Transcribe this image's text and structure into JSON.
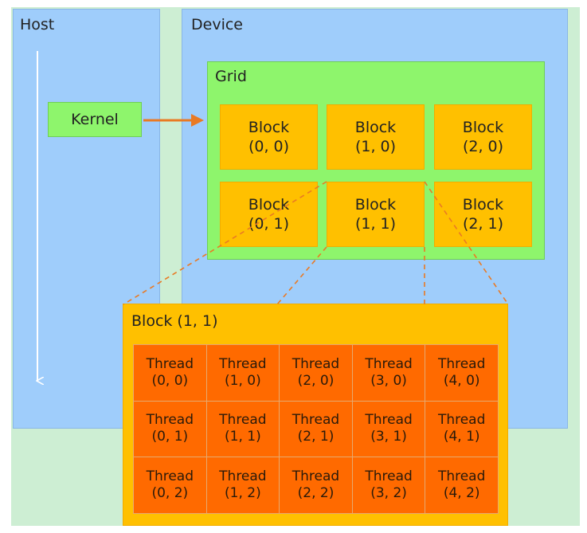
{
  "host": {
    "title": "Host"
  },
  "device": {
    "title": "Device"
  },
  "kernel": {
    "label": "Kernel"
  },
  "grid": {
    "title": "Grid",
    "blocks": [
      {
        "label": "Block",
        "index": "(0, 0)"
      },
      {
        "label": "Block",
        "index": "(1, 0)"
      },
      {
        "label": "Block",
        "index": "(2, 0)"
      },
      {
        "label": "Block",
        "index": "(0, 1)"
      },
      {
        "label": "Block",
        "index": "(1, 1)"
      },
      {
        "label": "Block",
        "index": "(2, 1)"
      }
    ]
  },
  "block_detail": {
    "title": "Block (1, 1)",
    "threads": [
      {
        "label": "Thread",
        "index": "(0, 0)"
      },
      {
        "label": "Thread",
        "index": "(1, 0)"
      },
      {
        "label": "Thread",
        "index": "(2, 0)"
      },
      {
        "label": "Thread",
        "index": "(3, 0)"
      },
      {
        "label": "Thread",
        "index": "(4, 0)"
      },
      {
        "label": "Thread",
        "index": "(0, 1)"
      },
      {
        "label": "Thread",
        "index": "(1, 1)"
      },
      {
        "label": "Thread",
        "index": "(2, 1)"
      },
      {
        "label": "Thread",
        "index": "(3, 1)"
      },
      {
        "label": "Thread",
        "index": "(4, 1)"
      },
      {
        "label": "Thread",
        "index": "(0, 2)"
      },
      {
        "label": "Thread",
        "index": "(1, 2)"
      },
      {
        "label": "Thread",
        "index": "(2, 2)"
      },
      {
        "label": "Thread",
        "index": "(3, 2)"
      },
      {
        "label": "Thread",
        "index": "(4, 2)"
      }
    ]
  },
  "colors": {
    "panel_blue": "#9fcdfb",
    "outer_green": "#cdeed3",
    "grid_green": "#8ef56c",
    "block_yellow": "#ffc000",
    "thread_orange": "#ff6a00",
    "arrow_orange": "#e97a24"
  },
  "icons": [
    "host-time-arrow-icon",
    "kernel-launch-arrow-icon"
  ]
}
